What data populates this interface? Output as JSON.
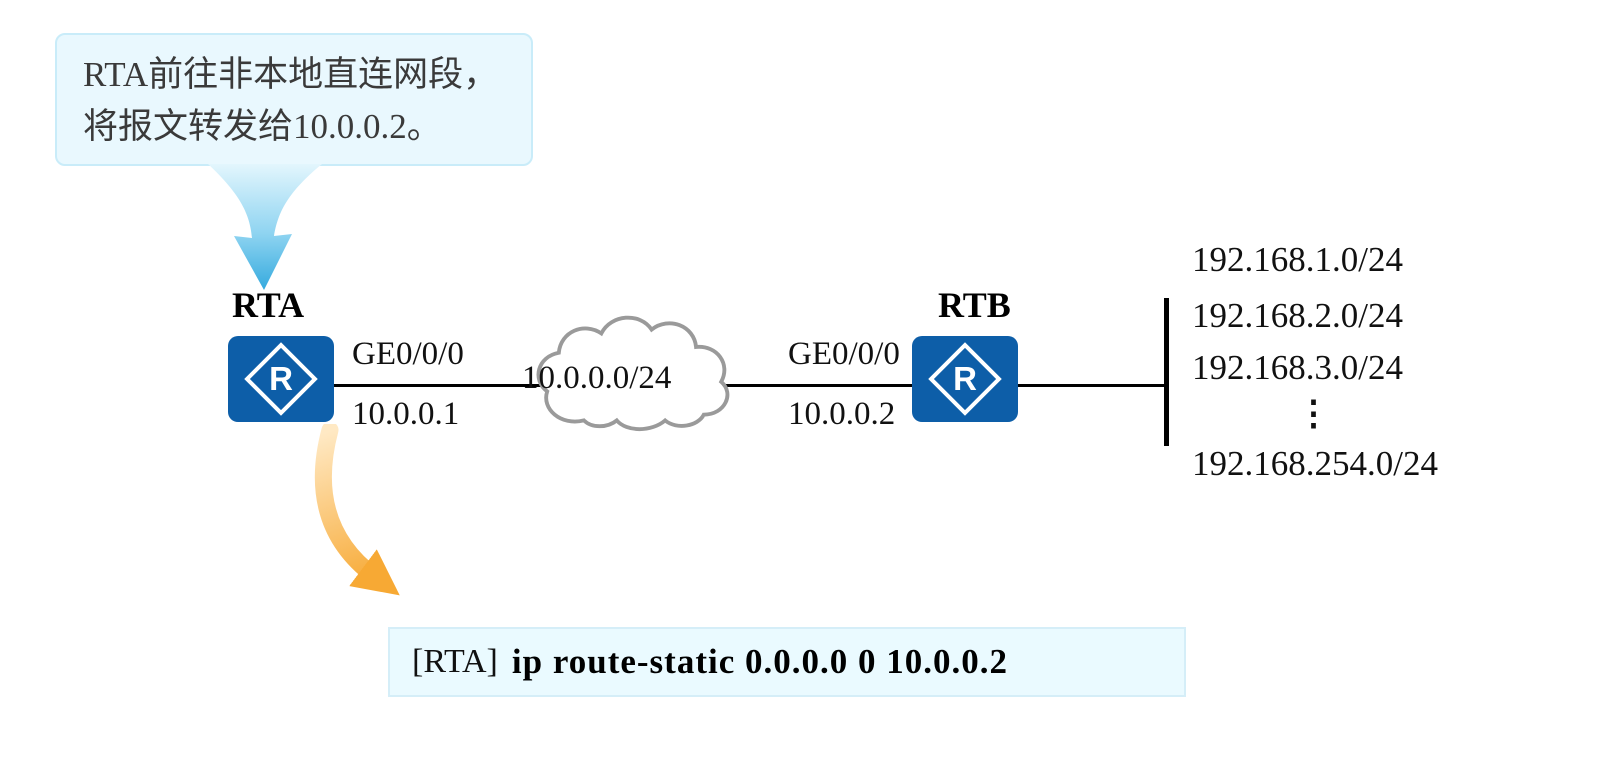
{
  "callout": {
    "line1": "RTA前往非本地直连网段，",
    "line2": "将报文转发给10.0.0.2。"
  },
  "rta": {
    "name": "RTA",
    "icon_letter": "R",
    "interface_label": "GE0/0/0",
    "ip_label": "10.0.0.1"
  },
  "rtb": {
    "name": "RTB",
    "icon_letter": "R",
    "interface_label": "GE0/0/0",
    "ip_label": "10.0.0.2"
  },
  "cloud": {
    "label": "10.0.0.0/24"
  },
  "networks": {
    "items": [
      "192.168.1.0/24",
      "192.168.2.0/24",
      "192.168.3.0/24",
      "⋮",
      "192.168.254.0/24"
    ]
  },
  "command": {
    "prompt": "[RTA]",
    "command_text": "ip route-static 0.0.0.0 0 10.0.0.2"
  },
  "colors": {
    "router_blue": "#0d5ea8",
    "callout_bg": "#e9f8fe",
    "callout_border": "#c9ecf9",
    "command_bg": "#eafaff",
    "arrow_orange": "#f7a934",
    "arrow_blue": "#35aade",
    "cloud_stroke": "#9a9a9a"
  }
}
